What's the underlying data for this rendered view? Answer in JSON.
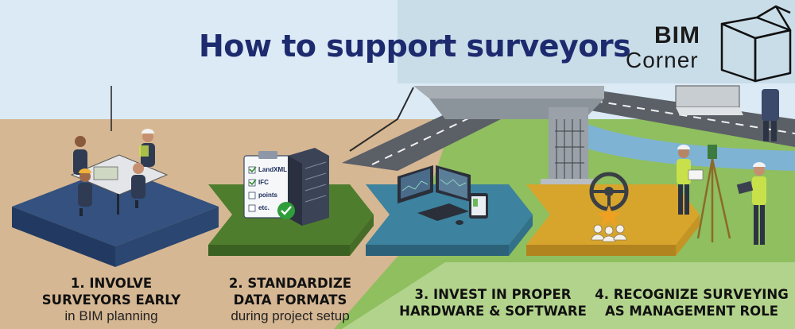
{
  "title": "How to support surveyors",
  "logo": {
    "line1": "BIM",
    "line2": "Corner"
  },
  "checklist": [
    "LandXML",
    "IFC",
    "points",
    "etc."
  ],
  "steps": [
    {
      "heading_1": "1. INVOLVE",
      "heading_2": "SURVEYORS EARLY",
      "sub": "in BIM planning",
      "color": "#2f4a7d"
    },
    {
      "heading_1": "2. STANDARDIZE",
      "heading_2": "DATA FORMATS",
      "sub": "during project setup",
      "color": "#4d7a2c"
    },
    {
      "heading_1": "3. INVEST IN PROPER",
      "heading_2": "HARDWARE & SOFTWARE",
      "sub": "",
      "color": "#3b7e99"
    },
    {
      "heading_1": "4. RECOGNIZE SURVEYING",
      "heading_2": "AS MANAGEMENT ROLE",
      "sub": "",
      "color": "#d3a22a"
    }
  ]
}
